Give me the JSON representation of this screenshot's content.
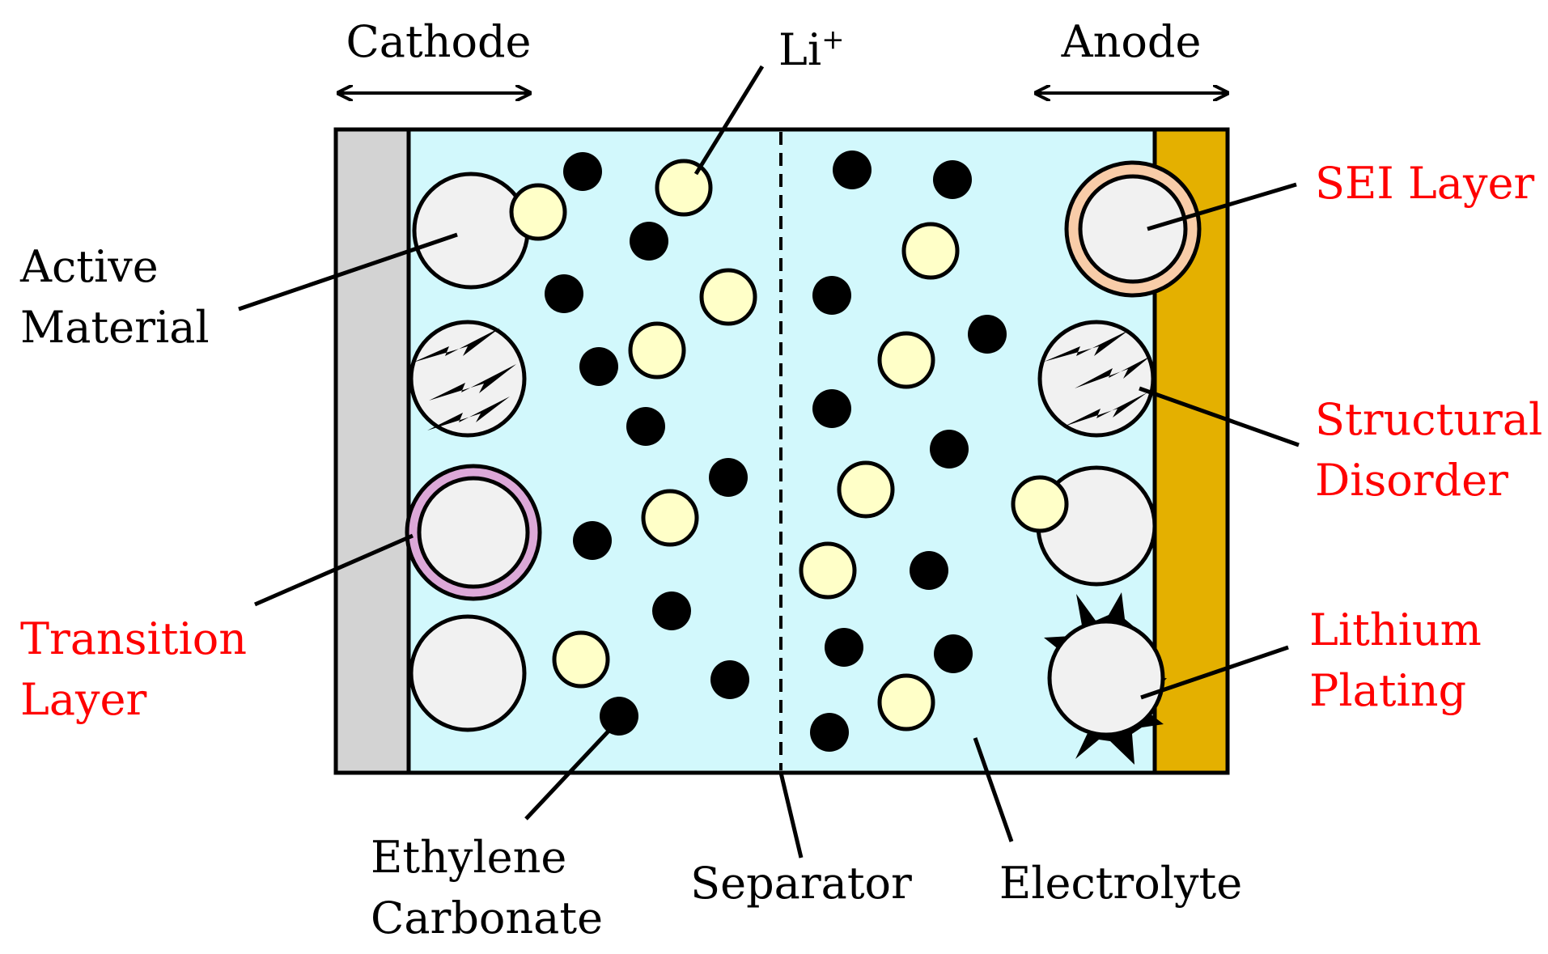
{
  "labels": {
    "cathode": "Cathode",
    "li_ion": "Li",
    "li_ion_sup": "+",
    "anode": "Anode",
    "active_material_1": "Active",
    "active_material_2": "Material",
    "sei_layer": "SEI Layer",
    "structural_disorder_1": "Structural",
    "structural_disorder_2": "Disorder",
    "transition_layer_1": "Transition",
    "transition_layer_2": "Layer",
    "lithium_plating_1": "Lithium",
    "lithium_plating_2": "Plating",
    "ethylene_carbonate_1": "Ethylene",
    "ethylene_carbonate_2": "Carbonate",
    "separator": "Separator",
    "electrolyte": "Electrolyte"
  },
  "colors": {
    "electrolyte": "#d2f8fc",
    "cathode_collector": "#d3d3d3",
    "anode_collector": "#e4b000",
    "particle": "#f1f1f1",
    "li_ion": "#ffffc8",
    "sei_ring": "#f8cca8",
    "transition_ring": "#dca8d8",
    "ec_molecule": "#000000",
    "degradation_label": "#ff0000"
  }
}
